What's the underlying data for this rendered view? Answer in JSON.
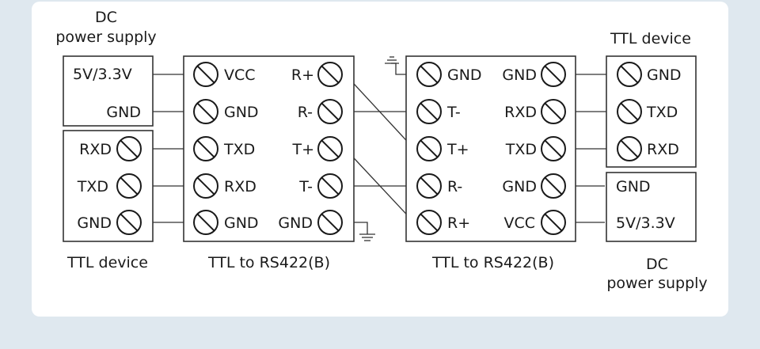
{
  "left": {
    "power_supply_title": [
      "DC",
      "power supply"
    ],
    "power_supply_terminals": [
      "5V/3.3V",
      "GND"
    ],
    "ttl_device_terminals": [
      "RXD",
      "TXD",
      "GND"
    ],
    "ttl_device_title": "TTL device",
    "converter_left_terminals": [
      "VCC",
      "GND",
      "TXD",
      "RXD",
      "GND"
    ],
    "converter_right_terminals": [
      "R+",
      "R-",
      "T+",
      "T-",
      "GND"
    ],
    "converter_title": "TTL to RS422(B)"
  },
  "right": {
    "converter_left_terminals": [
      "GND",
      "T-",
      "T+",
      "R-",
      "R+"
    ],
    "converter_right_terminals": [
      "GND",
      "RXD",
      "TXD",
      "GND",
      "VCC"
    ],
    "converter_title": "TTL to RS422(B)",
    "ttl_device_title": "TTL device",
    "ttl_device_terminals": [
      "GND",
      "TXD",
      "RXD"
    ],
    "power_supply_terminals": [
      "GND",
      "5V/3.3V"
    ],
    "power_supply_title": [
      "DC",
      "power supply"
    ]
  },
  "colors": {
    "background": "#dfe8ef",
    "card": "#ffffff",
    "stroke": "#333333",
    "text": "#1a1a1a"
  }
}
